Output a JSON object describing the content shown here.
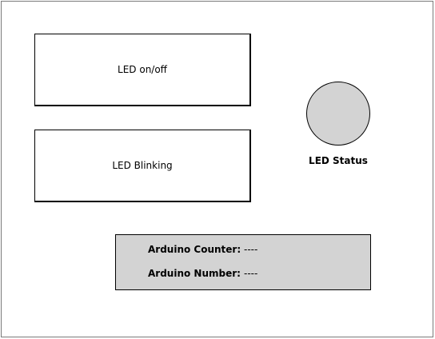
{
  "controls": {
    "led_onoff_label": "LED on/off",
    "led_blinking_label": "LED Blinking"
  },
  "status": {
    "led_label": "LED Status",
    "led_color": "#d3d3d3"
  },
  "arduino": {
    "counter_label": "Arduino Counter:",
    "counter_value": "----",
    "number_label": "Arduino Number:",
    "number_value": "----"
  }
}
